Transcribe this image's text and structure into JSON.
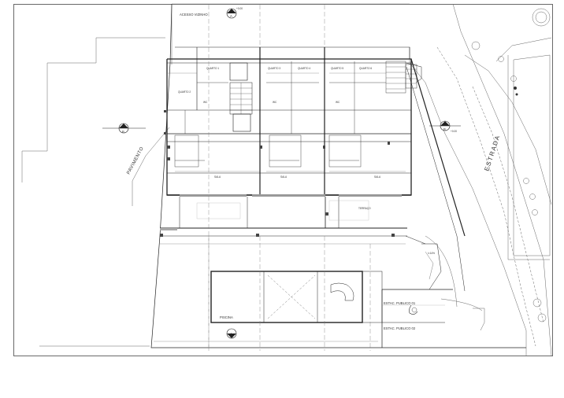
{
  "labels": {
    "acesso_vizinho": "ACESSO VIZINHO",
    "pavimento": "PAVIMENTO",
    "estrada": "ESTRADA",
    "piscina": "PISCINA",
    "estac_publico_1": "ESTAC. PUBLICO 01",
    "estac_publico_2": "ESTAC. PUBLICO 02",
    "terraco": "TERRAÇO",
    "sala_1": "SALA",
    "sala_2": "SALA",
    "sala_3": "SALA",
    "quarto_1": "QUARTO 1",
    "quarto_2": "QUARTO 2",
    "quarto_3": "QUARTO 3",
    "quarto_4": "QUARTO 4",
    "quarto_5": "QUARTO 5",
    "quarto_6": "QUARTO 6",
    "wc_1": "WC",
    "wc_2": "WC",
    "wc_3": "WC"
  },
  "section_marks": {
    "top": "A",
    "bottom": "A",
    "left": "B",
    "right": "B"
  },
  "level_markers": {
    "top": "+0.00",
    "right": "+0.00",
    "slope": "i=14%"
  }
}
